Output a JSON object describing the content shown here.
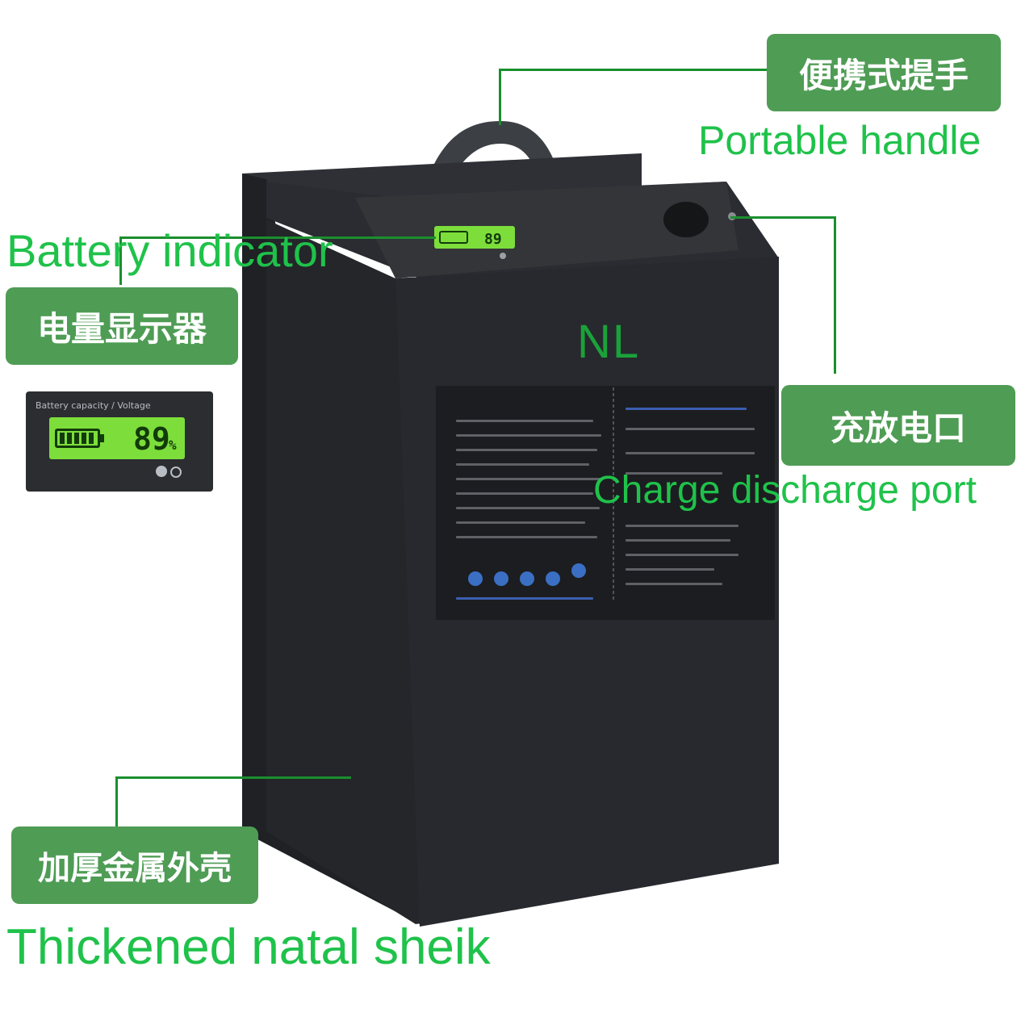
{
  "labels": {
    "handle_cn": "便携式提手",
    "handle_en": "Portable handle",
    "indicator_en": "Battery indicator",
    "indicator_cn": "电量显示器",
    "port_cn": "充放电口",
    "port_en": "Charge discharge port",
    "shell_cn": "加厚金属外壳",
    "shell_en": "Thickened natal sheik"
  },
  "product": {
    "brand": "NL",
    "lcd_caption": "Battery capacity / Voltage",
    "lcd_reading": "89",
    "lcd_unit": "%"
  },
  "colors": {
    "badge_bg": "#4f9c55",
    "label_green": "#1fc24a",
    "battery_body": "#25272b",
    "lcd_green": "#7dde3b"
  }
}
